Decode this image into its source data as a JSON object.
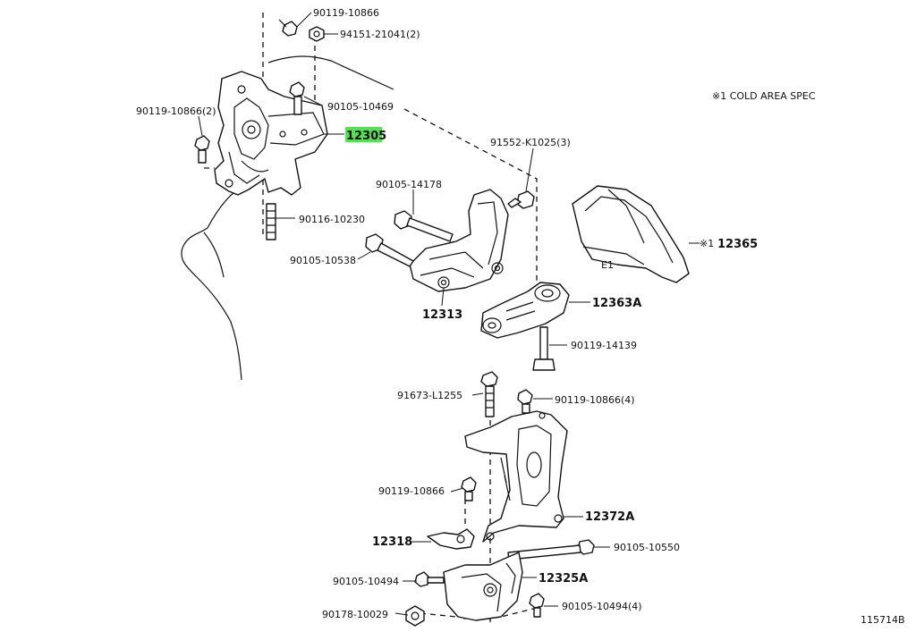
{
  "labels": {
    "p90119_10866_top": "90119-10866",
    "p94151_21041": "94151-21041(2)",
    "p90119_10866_left": "90119-10866(2)",
    "p90105_10469": "90105-10469",
    "p12305": "12305",
    "p91552_k1025": "91552-K1025(3)",
    "p90105_14178": "90105-14178",
    "p90116_10230": "90116-10230",
    "p90105_10538": "90105-10538",
    "p12313": "12313",
    "p12365_mark": "※1",
    "p12365": "12365",
    "p12363a": "12363A",
    "p90119_14139": "90119-14139",
    "p91673_l1255": "91673-L1255",
    "p90119_10866_4": "90119-10866(4)",
    "p90119_10866_mid": "90119-10866",
    "p12372a": "12372A",
    "p12318": "12318",
    "p90105_10550": "90105-10550",
    "p90105_10494_left": "90105-10494",
    "p12325a": "12325A",
    "p90178_10029": "90178-10029",
    "p90105_10494_4": "90105-10494(4)"
  },
  "note": "※1  COLD AREA SPEC",
  "diagram_id": "115714B",
  "highlight_color": "#55e055"
}
